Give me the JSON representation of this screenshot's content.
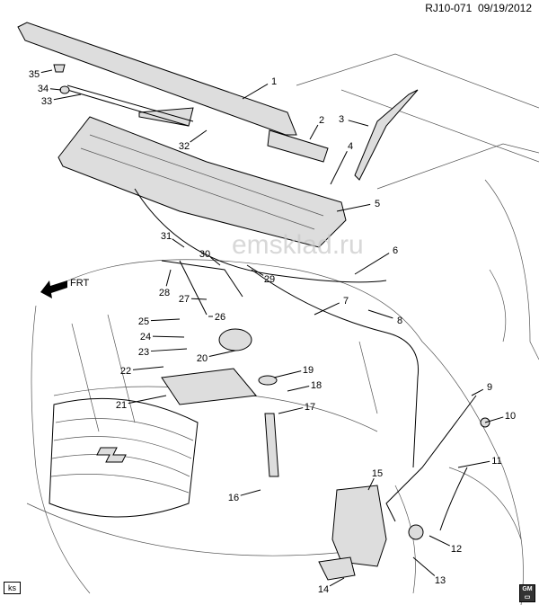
{
  "header": {
    "code": "RJ10-071",
    "date": "09/19/2012"
  },
  "watermark": "emsklad.ru",
  "front_arrow_label": "FRT",
  "footer": {
    "ks_label": "ks",
    "logo_text": "GM"
  },
  "callouts": [
    "1",
    "2",
    "3",
    "4",
    "5",
    "6",
    "7",
    "8",
    "9",
    "10",
    "11",
    "12",
    "13",
    "14",
    "15",
    "16",
    "17",
    "18",
    "19",
    "20",
    "21",
    "22",
    "23",
    "24",
    "25",
    "26",
    "27",
    "28",
    "29",
    "30",
    "31",
    "32",
    "33",
    "34",
    "35"
  ]
}
